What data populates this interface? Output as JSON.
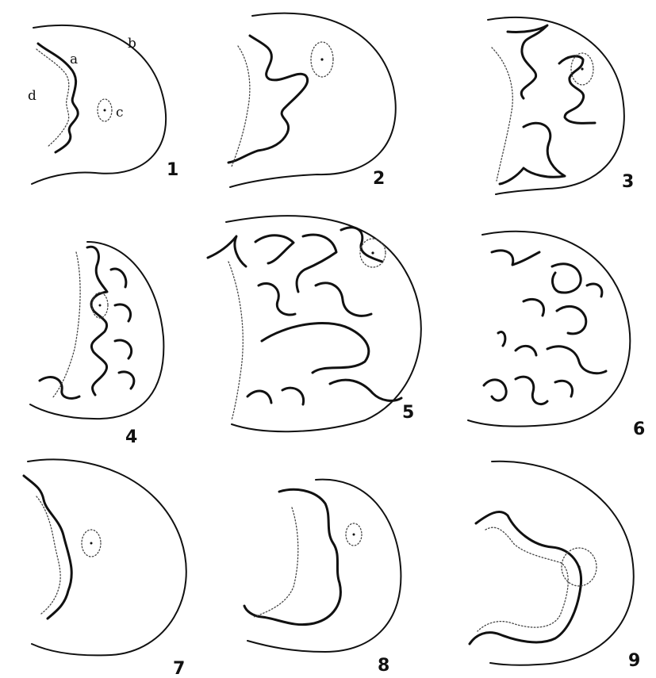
{
  "plate": {
    "figures": [
      {
        "number": "1"
      },
      {
        "number": "2"
      },
      {
        "number": "3"
      },
      {
        "number": "4"
      },
      {
        "number": "5"
      },
      {
        "number": "6"
      },
      {
        "number": "7"
      },
      {
        "number": "8"
      },
      {
        "number": "9"
      }
    ],
    "labels": {
      "a": "a",
      "b": "b",
      "c": "c",
      "d": "d"
    }
  }
}
